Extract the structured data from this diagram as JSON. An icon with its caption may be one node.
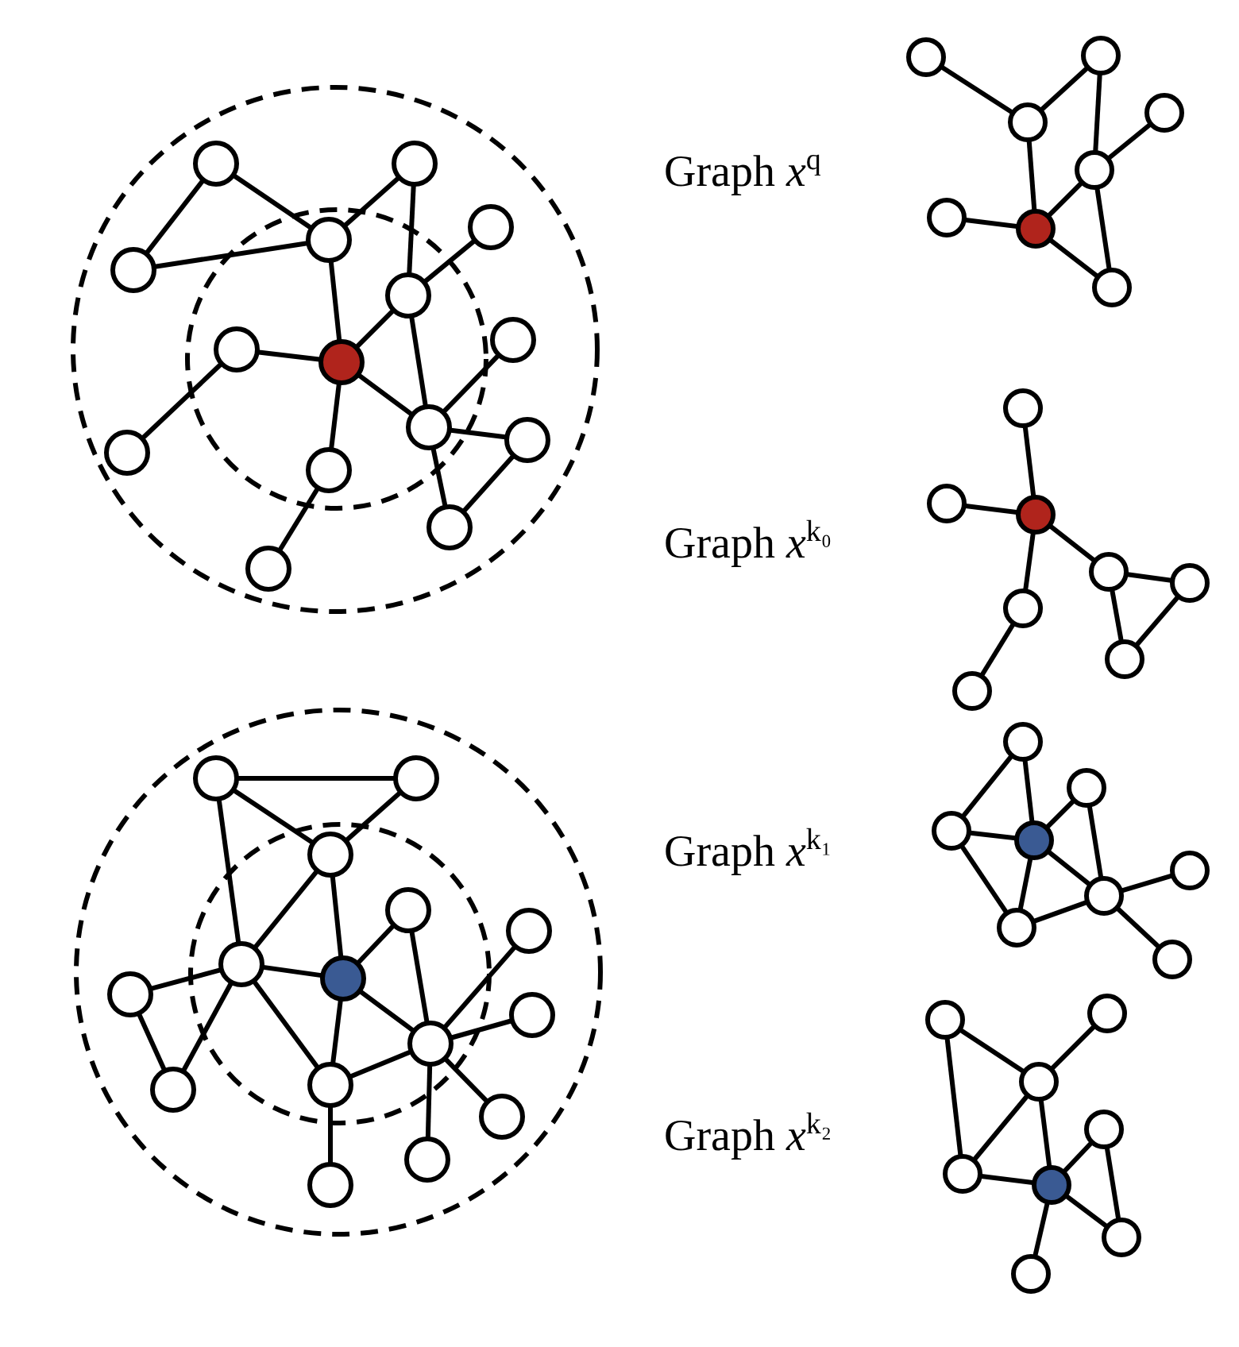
{
  "diagram": {
    "nodes": [
      {
        "text": [],
        "shape": "circle"
      },
      {
        "text": [],
        "shape": "circle"
      },
      {
        "text": [],
        "shape": "circle"
      },
      {
        "text": [],
        "shape": "circle"
      },
      {
        "text": [],
        "shape": "circle"
      },
      {
        "text": [],
        "shape": "circle"
      },
      {
        "text": [],
        "shape": "circle"
      },
      {
        "text": [],
        "shape": "circle"
      },
      {
        "text": [],
        "shape": "circle"
      },
      {
        "text": [],
        "shape": "circle"
      },
      {
        "text": [],
        "shape": "circle"
      },
      {
        "text": [],
        "shape": "circle"
      },
      {
        "text": [],
        "shape": "circle"
      },
      {
        "text": [],
        "shape": "circle"
      },
      {
        "text": [],
        "shape": "circle"
      },
      {
        "text": [],
        "shape": "circle"
      },
      {
        "text": [],
        "shape": "circle"
      },
      {
        "text": [],
        "shape": "circle"
      },
      {
        "text": [],
        "shape": "circle"
      },
      {
        "text": [],
        "shape": "circle"
      },
      {
        "text": [],
        "shape": "circle"
      },
      {
        "text": [],
        "shape": "circle"
      },
      {
        "text": [],
        "shape": "circle"
      },
      {
        "text": [],
        "shape": "circle"
      },
      {
        "text": [],
        "shape": "circle"
      },
      {
        "text": [],
        "shape": "circle"
      },
      {
        "text": [],
        "shape": "circle"
      },
      {
        "text": [],
        "shape": "circle"
      },
      {
        "text": [],
        "shape": "circle"
      },
      {
        "text": [],
        "shape": "circle"
      },
      {
        "text": [],
        "shape": "circle"
      },
      {
        "text": [],
        "shape": "circle"
      },
      {
        "text": [],
        "shape": "circle"
      },
      {
        "text": [],
        "shape": "circle"
      },
      {
        "text": [],
        "shape": "circle"
      },
      {
        "text": [],
        "shape": "circle"
      },
      {
        "text": [],
        "shape": "circle"
      },
      {
        "text": [],
        "shape": "circle"
      },
      {
        "text": [],
        "shape": "circle"
      },
      {
        "text": [],
        "shape": "circle"
      },
      {
        "text": [],
        "shape": "circle"
      },
      {
        "text": [],
        "shape": "circle"
      },
      {
        "text": [],
        "shape": "circle"
      },
      {
        "text": [],
        "shape": "circle"
      },
      {
        "text": [],
        "shape": "circle"
      },
      {
        "text": [],
        "shape": "circle"
      },
      {
        "text": [],
        "shape": "circle"
      },
      {
        "text": [],
        "shape": "circle"
      },
      {
        "text": [],
        "shape": "circle"
      },
      {
        "text": [],
        "shape": "circle"
      },
      {
        "text": [],
        "shape": "circle"
      },
      {
        "text": [],
        "shape": "circle"
      },
      {
        "text": [],
        "shape": "circle"
      },
      {
        "text": [],
        "shape": "circle"
      },
      {
        "text": [],
        "shape": "circle"
      },
      {
        "text": [],
        "shape": "circle"
      },
      {
        "text": [],
        "shape": "circle"
      },
      {
        "text": [],
        "shape": "circle"
      },
      {
        "text": [],
        "shape": "circle"
      },
      {
        "text": [],
        "shape": "circle"
      },
      {
        "text": [],
        "shape": "circle"
      },
      {
        "text": [],
        "shape": "circle"
      }
    ],
    "edges": [
      {
        "from": 0,
        "to": 2,
        "arrow": "none"
      },
      {
        "from": 0,
        "to": 3,
        "arrow": "none"
      },
      {
        "from": 2,
        "to": 3,
        "arrow": "none"
      },
      {
        "from": 1,
        "to": 3,
        "arrow": "none"
      },
      {
        "from": 1,
        "to": 5,
        "arrow": "none"
      },
      {
        "from": 4,
        "to": 5,
        "arrow": "none"
      },
      {
        "from": 3,
        "to": 7,
        "arrow": "none"
      },
      {
        "from": 6,
        "to": 7,
        "arrow": "none"
      },
      {
        "from": 6,
        "to": 11,
        "arrow": "none"
      },
      {
        "from": 7,
        "to": 5,
        "arrow": "none"
      },
      {
        "from": 7,
        "to": 9,
        "arrow": "none"
      },
      {
        "from": 7,
        "to": 12,
        "arrow": "none"
      },
      {
        "from": 5,
        "to": 9,
        "arrow": "none"
      },
      {
        "from": 9,
        "to": 8,
        "arrow": "none"
      },
      {
        "from": 9,
        "to": 10,
        "arrow": "none"
      },
      {
        "from": 9,
        "to": 13,
        "arrow": "none"
      },
      {
        "from": 10,
        "to": 13,
        "arrow": "none"
      },
      {
        "from": 12,
        "to": 14,
        "arrow": "none"
      },
      {
        "from": 15,
        "to": 17,
        "arrow": "none"
      },
      {
        "from": 17,
        "to": 16,
        "arrow": "none"
      },
      {
        "from": 16,
        "to": 19,
        "arrow": "none"
      },
      {
        "from": 17,
        "to": 21,
        "arrow": "none"
      },
      {
        "from": 19,
        "to": 18,
        "arrow": "none"
      },
      {
        "from": 19,
        "to": 21,
        "arrow": "none"
      },
      {
        "from": 19,
        "to": 22,
        "arrow": "none"
      },
      {
        "from": 20,
        "to": 21,
        "arrow": "none"
      },
      {
        "from": 21,
        "to": 22,
        "arrow": "none"
      },
      {
        "from": 23,
        "to": 25,
        "arrow": "none"
      },
      {
        "from": 24,
        "to": 25,
        "arrow": "none"
      },
      {
        "from": 25,
        "to": 26,
        "arrow": "none"
      },
      {
        "from": 25,
        "to": 28,
        "arrow": "none"
      },
      {
        "from": 26,
        "to": 27,
        "arrow": "none"
      },
      {
        "from": 26,
        "to": 29,
        "arrow": "none"
      },
      {
        "from": 27,
        "to": 29,
        "arrow": "none"
      },
      {
        "from": 28,
        "to": 30,
        "arrow": "none"
      },
      {
        "from": 31,
        "to": 32,
        "arrow": "none"
      },
      {
        "from": 31,
        "to": 33,
        "arrow": "none"
      },
      {
        "from": 31,
        "to": 36,
        "arrow": "none"
      },
      {
        "from": 32,
        "to": 33,
        "arrow": "none"
      },
      {
        "from": 33,
        "to": 36,
        "arrow": "none"
      },
      {
        "from": 33,
        "to": 37,
        "arrow": "none"
      },
      {
        "from": 36,
        "to": 37,
        "arrow": "none"
      },
      {
        "from": 36,
        "to": 38,
        "arrow": "none"
      },
      {
        "from": 36,
        "to": 41,
        "arrow": "none"
      },
      {
        "from": 36,
        "to": 42,
        "arrow": "none"
      },
      {
        "from": 38,
        "to": 41,
        "arrow": "none"
      },
      {
        "from": 37,
        "to": 34,
        "arrow": "none"
      },
      {
        "from": 37,
        "to": 40,
        "arrow": "none"
      },
      {
        "from": 37,
        "to": 42,
        "arrow": "none"
      },
      {
        "from": 34,
        "to": 40,
        "arrow": "none"
      },
      {
        "from": 42,
        "to": 40,
        "arrow": "none"
      },
      {
        "from": 40,
        "to": 35,
        "arrow": "none"
      },
      {
        "from": 40,
        "to": 39,
        "arrow": "none"
      },
      {
        "from": 40,
        "to": 43,
        "arrow": "none"
      },
      {
        "from": 40,
        "to": 44,
        "arrow": "none"
      },
      {
        "from": 42,
        "to": 45,
        "arrow": "none"
      },
      {
        "from": 46,
        "to": 48,
        "arrow": "none"
      },
      {
        "from": 46,
        "to": 49,
        "arrow": "none"
      },
      {
        "from": 48,
        "to": 49,
        "arrow": "none"
      },
      {
        "from": 48,
        "to": 52,
        "arrow": "none"
      },
      {
        "from": 49,
        "to": 47,
        "arrow": "none"
      },
      {
        "from": 49,
        "to": 51,
        "arrow": "none"
      },
      {
        "from": 49,
        "to": 52,
        "arrow": "none"
      },
      {
        "from": 47,
        "to": 51,
        "arrow": "none"
      },
      {
        "from": 52,
        "to": 51,
        "arrow": "none"
      },
      {
        "from": 51,
        "to": 50,
        "arrow": "none"
      },
      {
        "from": 51,
        "to": 53,
        "arrow": "none"
      },
      {
        "from": 54,
        "to": 56,
        "arrow": "none"
      },
      {
        "from": 54,
        "to": 58,
        "arrow": "none"
      },
      {
        "from": 56,
        "to": 55,
        "arrow": "none"
      },
      {
        "from": 56,
        "to": 58,
        "arrow": "none"
      },
      {
        "from": 56,
        "to": 59,
        "arrow": "none"
      },
      {
        "from": 58,
        "to": 59,
        "arrow": "none"
      },
      {
        "from": 59,
        "to": 57,
        "arrow": "none"
      },
      {
        "from": 57,
        "to": 60,
        "arrow": "none"
      },
      {
        "from": 59,
        "to": 60,
        "arrow": "none"
      },
      {
        "from": 59,
        "to": 61,
        "arrow": "none"
      }
    ],
    "labels": [
      "Graph *x*$^{q}$",
      "Graph *x*$^{k₀}$",
      "Graph *x*$^{k₁}$",
      "Graph *x*$^{k₂}$"
    ]
  }
}
